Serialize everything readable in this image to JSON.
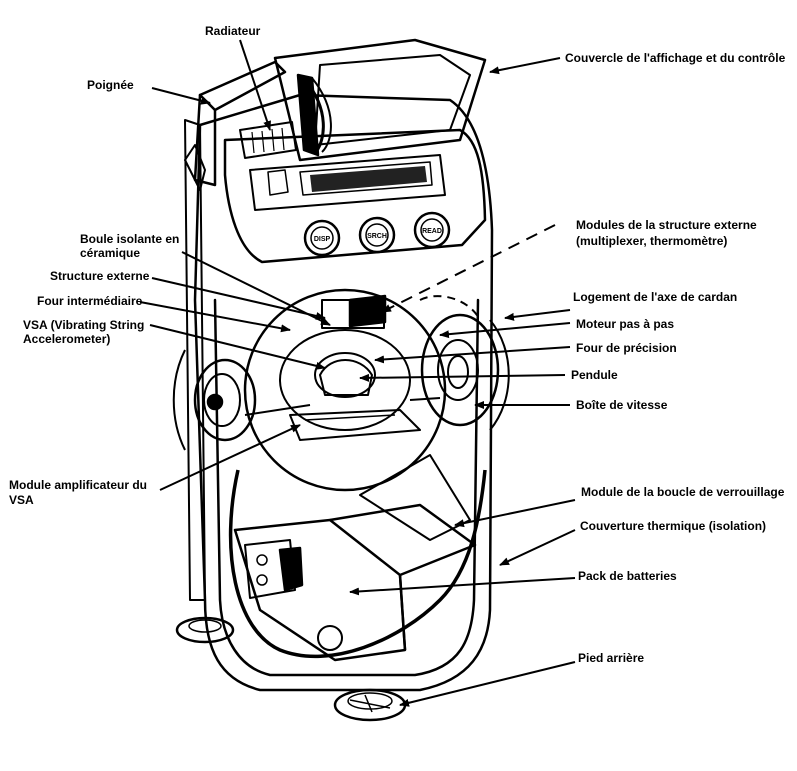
{
  "labels": {
    "radiateur": "Radiateur",
    "poignee": "Poignée",
    "couvercle": "Couvercle de l'affichage et du contrôle",
    "boule_1": "Boule isolante en",
    "boule_2": "céramique",
    "structure_externe": "Structure externe",
    "four_intermediaire": "Four intermédiaire",
    "vsa_1": "VSA (Vibrating String",
    "vsa_2": "Accelerometer)",
    "module_amp_1": "Module amplificateur du",
    "module_amp_2": "VSA",
    "modules_struct_1": "Modules de la structure externe",
    "modules_struct_2": "(multiplexer, thermomètre)",
    "logement_axe": "Logement de l'axe de cardan",
    "moteur": "Moteur pas à pas",
    "four_precision": "Four de précision",
    "pendule": "Pendule",
    "boite_vitesse": "Boîte de vitesse",
    "module_boucle": "Module de la boucle de verrouillage",
    "couverture": "Couverture thermique (isolation)",
    "pack_batteries": "Pack de batteries",
    "pied_arriere": "Pied arrière"
  },
  "buttons": [
    "DISP",
    "SRCH",
    "READ"
  ]
}
